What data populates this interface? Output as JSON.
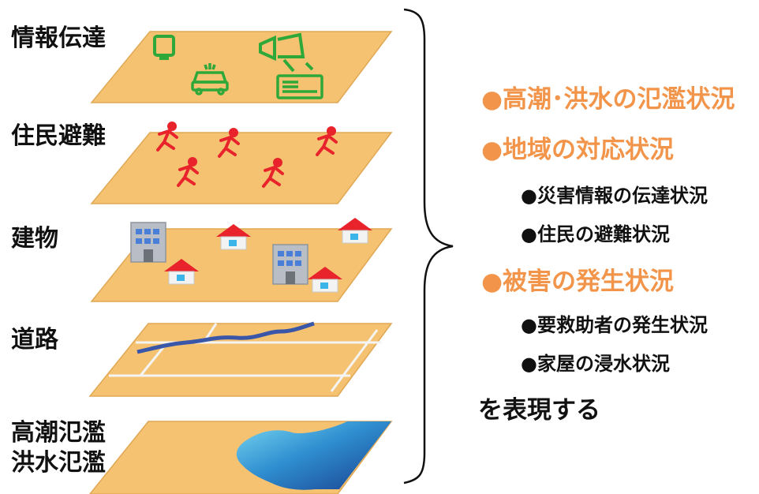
{
  "layers": [
    {
      "label": "情報伝達"
    },
    {
      "label": "住民避難"
    },
    {
      "label": "建物"
    },
    {
      "label": "道路"
    },
    {
      "label_line1": "高潮氾濫",
      "label_line2": "洪水氾濫"
    }
  ],
  "items": [
    {
      "text": "●高潮･洪水の氾濫状況",
      "level": 1
    },
    {
      "text": "●地域の対応状況",
      "level": 1
    },
    {
      "text": "●災害情報の伝達状況",
      "level": 2
    },
    {
      "text": "●住民の避難状況",
      "level": 2
    },
    {
      "text": "●被害の発生状況",
      "level": 1
    },
    {
      "text": "●要救助者の発生状況",
      "level": 2
    },
    {
      "text": "●家屋の浸水状況",
      "level": 2
    }
  ],
  "tail": "を表現する",
  "colors": {
    "plane": "#F4C271",
    "plane_edge": "#E0A855",
    "accent": "#F2954A",
    "icon_green": "#2FA83A",
    "runner_red": "#E8232B",
    "roof_red": "#E8232B",
    "road_white": "#F4F4F4",
    "river_blue": "#3A56A8",
    "flood_dark": "#1E63B4",
    "flood_light": "#6FD0EE"
  },
  "icons": [
    "monitor-icon",
    "patrol-car-icon",
    "loudspeaker-icon",
    "radio-icon",
    "running-person-icon",
    "building-icon",
    "house-icon"
  ]
}
